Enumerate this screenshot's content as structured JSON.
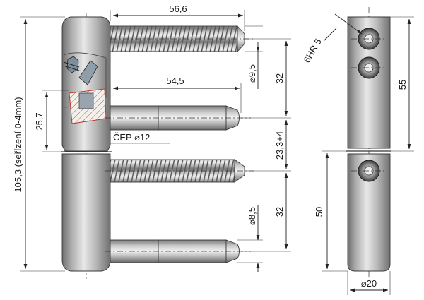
{
  "drawing": {
    "dimensions": {
      "thread_length": "56,6",
      "pin_length": "54,5",
      "upper_diameter": "⌀9,5",
      "upper_spacing": "32",
      "upper_height": "25,7",
      "pin_label": "ČEP ⌀12",
      "adjust_spacing": "23,3+4",
      "lower_diameter": "⌀8,5",
      "lower_spacing": "32",
      "total_height": "105,3 (seřízení 0-4mm)",
      "hex_size": "6HR 5",
      "side_upper_height": "55",
      "side_lower_height": "50",
      "side_diameter": "⌀20"
    }
  }
}
